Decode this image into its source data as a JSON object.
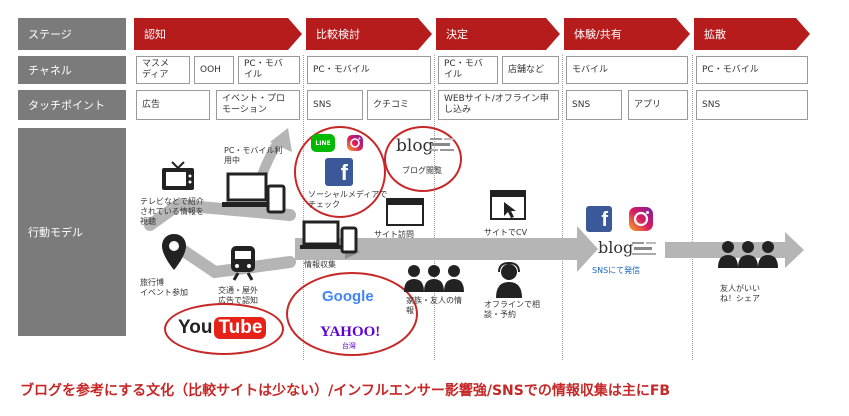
{
  "rows": {
    "stage": "ステージ",
    "channel": "チャネル",
    "touchpoint": "タッチポイント",
    "behavior": "行動モデル"
  },
  "stages": [
    "認知",
    "比較検討",
    "決定",
    "体験/共有",
    "拡散"
  ],
  "channels": {
    "c1a": "マスメ\nディア",
    "c1b": "OOH",
    "c1c": "PC・モバ\nイル",
    "c2": "PC・モバイル",
    "c3a": "PC・モバ\nイル",
    "c3b": "店舗など",
    "c4": "モバイル",
    "c5": "PC・モバイル"
  },
  "touchpoints": {
    "t1a": "広告",
    "t1b": "イベント・プロ\nモーション",
    "t2a": "SNS",
    "t2b": "クチコミ",
    "t3": "WEBサイト/オフライン申\nし込み",
    "t4a": "SNS",
    "t4b": "アプリ",
    "t5": "SNS"
  },
  "behavior": {
    "tv": "テレビなどで紹介\nされている情報を\n視聴",
    "pc": "PC・モバイル利\n用中",
    "travel": "旅行博\nイベント参加",
    "train": "交通・屋外\n広告で認知",
    "social": "ソーシャルメディアで\nチェック",
    "blog_read": "ブログ閲覧",
    "site_visit": "サイト訪問",
    "info": "情報収集",
    "family": "家族・友人の情\n報",
    "cv": "サイトでCV",
    "offline": "オフラインで相\n談・予約",
    "share_sns": "SNSにて発信",
    "friend": "友人がいい\nね！シェア"
  },
  "logos": {
    "youtube_you": "You",
    "youtube_tube": "Tube",
    "google": "Google",
    "yahoo": "YAHOO!",
    "yahoo_sub": "台灣",
    "blog1": "blog",
    "blog2": "blog",
    "line": "LINE",
    "facebook": "f"
  },
  "bottom_text": "ブログを参考にする文化（比較サイトは少ない）/インフルエンサー影響強/SNSでの情報収集は主にFB",
  "colors": {
    "stage_red": "#b71c1c",
    "circle_red": "#c62828",
    "row_gray": "#7b7b7b",
    "arrow_gray": "#b5b5b5",
    "facebook_blue": "#3b5998",
    "line_green": "#00b900",
    "youtube_red": "#e62117"
  }
}
